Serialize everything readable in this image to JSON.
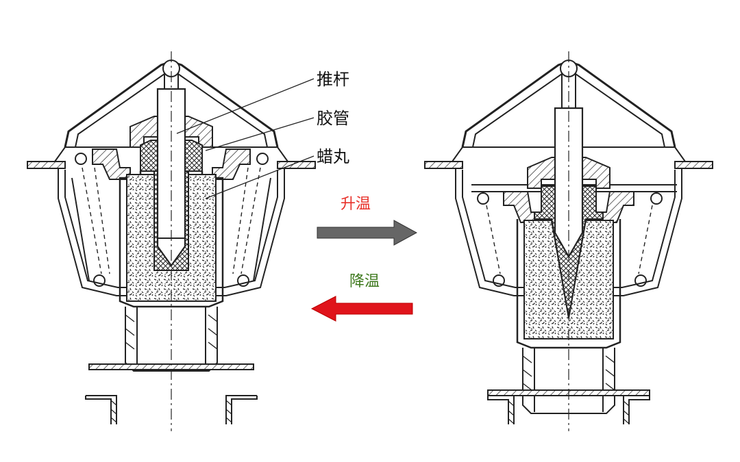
{
  "labels": {
    "push_rod": "推杆",
    "rubber_tube": "胶管",
    "wax_pellet": "蜡丸"
  },
  "arrows": {
    "heating": "升温",
    "cooling": "降温"
  },
  "colors": {
    "heating_text": "#e8312a",
    "cooling_text": "#3f7a1f",
    "heating_arrow": "#666666",
    "cooling_arrow": "#e0141b"
  }
}
